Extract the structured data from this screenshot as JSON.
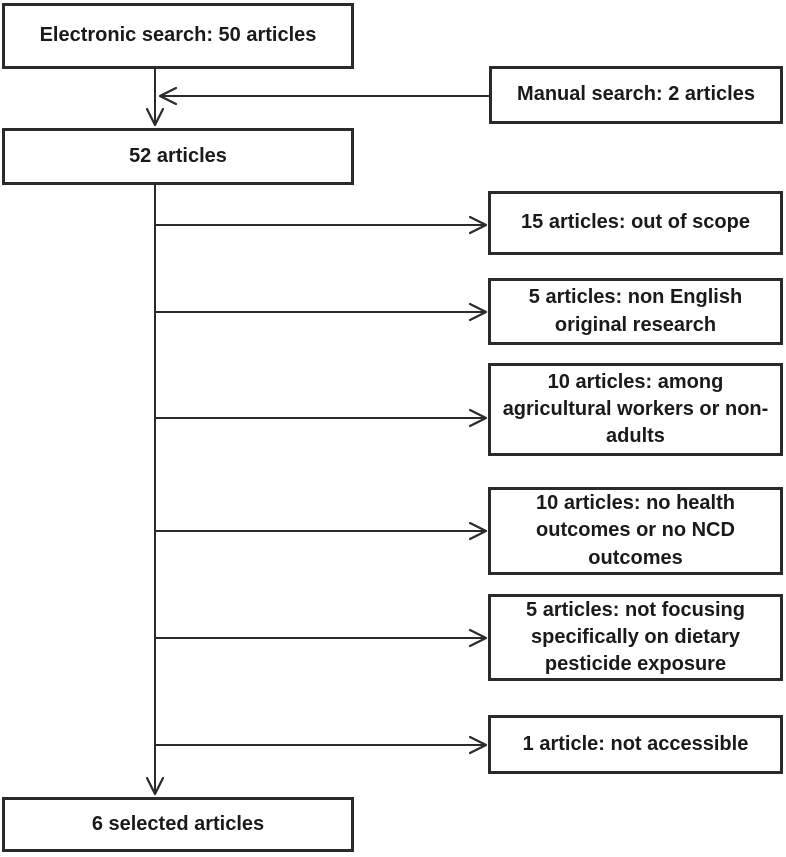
{
  "flowchart": {
    "boxes": {
      "electronic_search": {
        "text": "Electronic search: 50 articles"
      },
      "manual_search": {
        "text": "Manual search: 2 articles"
      },
      "combined": {
        "text": "52 articles"
      },
      "excluded_out_of_scope": {
        "text": "15 articles: out of scope"
      },
      "excluded_non_english": {
        "text": [
          "5 articles: non English",
          "original research"
        ]
      },
      "excluded_agricultural": {
        "text": [
          "10 articles: among",
          "agricultural workers or non-",
          "adults"
        ]
      },
      "excluded_no_outcomes": {
        "text": [
          "10 articles: no health",
          "outcomes or no NCD",
          "outcomes"
        ]
      },
      "excluded_not_focusing": {
        "text": [
          "5 articles: not focusing",
          "specifically on dietary",
          "pesticide exposure"
        ]
      },
      "excluded_not_accessible": {
        "text": "1 article: not accessible"
      },
      "selected": {
        "text": "6 selected articles"
      }
    },
    "colors": {
      "line": "#2a2a2a",
      "box_border": "#2a2a2a",
      "text": "#1a1a1a",
      "background": "#ffffff"
    }
  }
}
